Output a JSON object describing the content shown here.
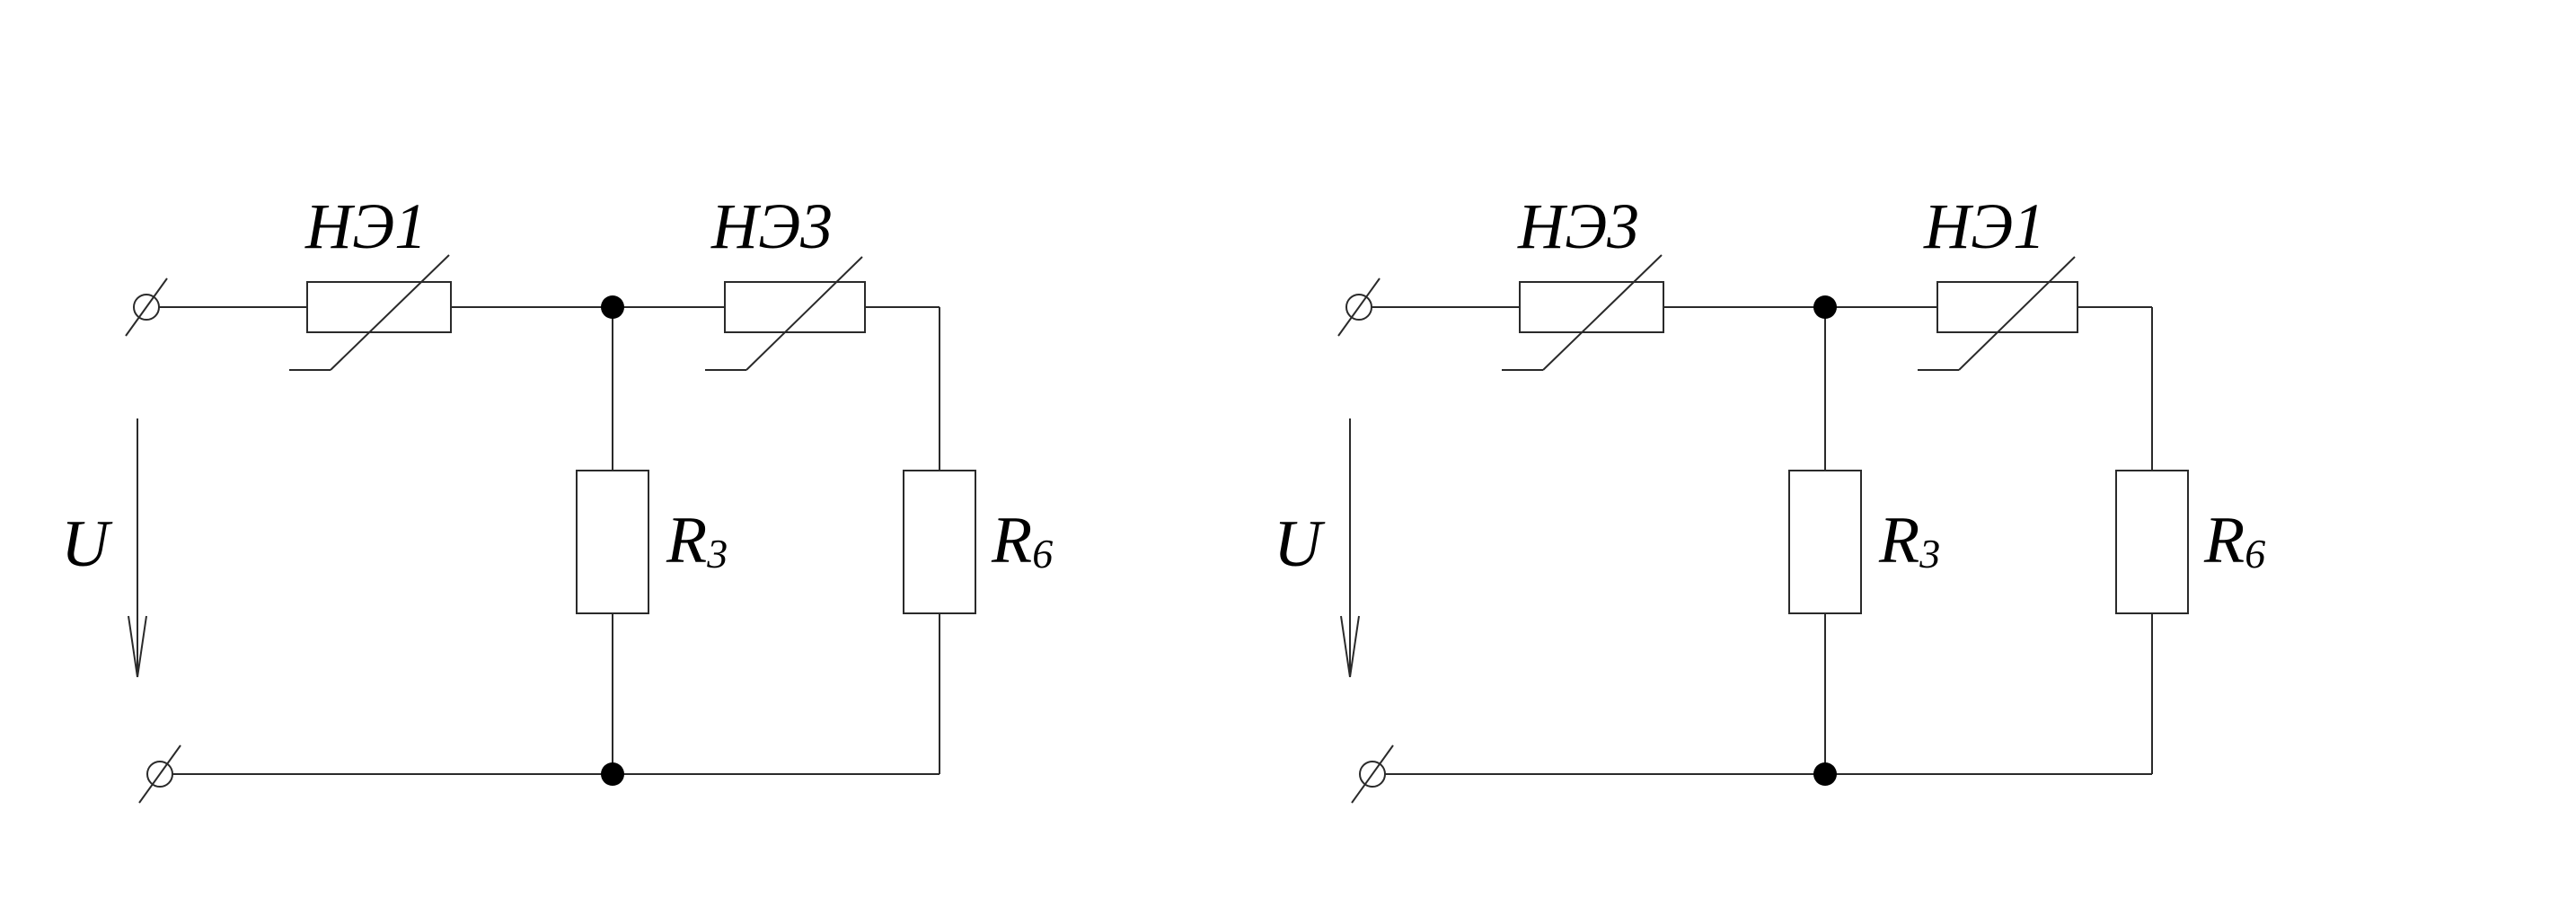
{
  "colors": {
    "line": "#2a2a2a",
    "junction": "#000000",
    "background": "#ffffff"
  },
  "circuits": [
    {
      "id": "circuit-1",
      "voltage_label": "U",
      "element_1": "НЭ1",
      "element_2": "НЭ3",
      "resistor_1": {
        "letter": "R",
        "subscript": "3"
      },
      "resistor_2": {
        "letter": "R",
        "subscript": "6"
      }
    },
    {
      "id": "circuit-2",
      "voltage_label": "U",
      "element_1": "НЭ3",
      "element_2": "НЭ1",
      "resistor_1": {
        "letter": "R",
        "subscript": "3"
      },
      "resistor_2": {
        "letter": "R",
        "subscript": "6"
      }
    }
  ]
}
